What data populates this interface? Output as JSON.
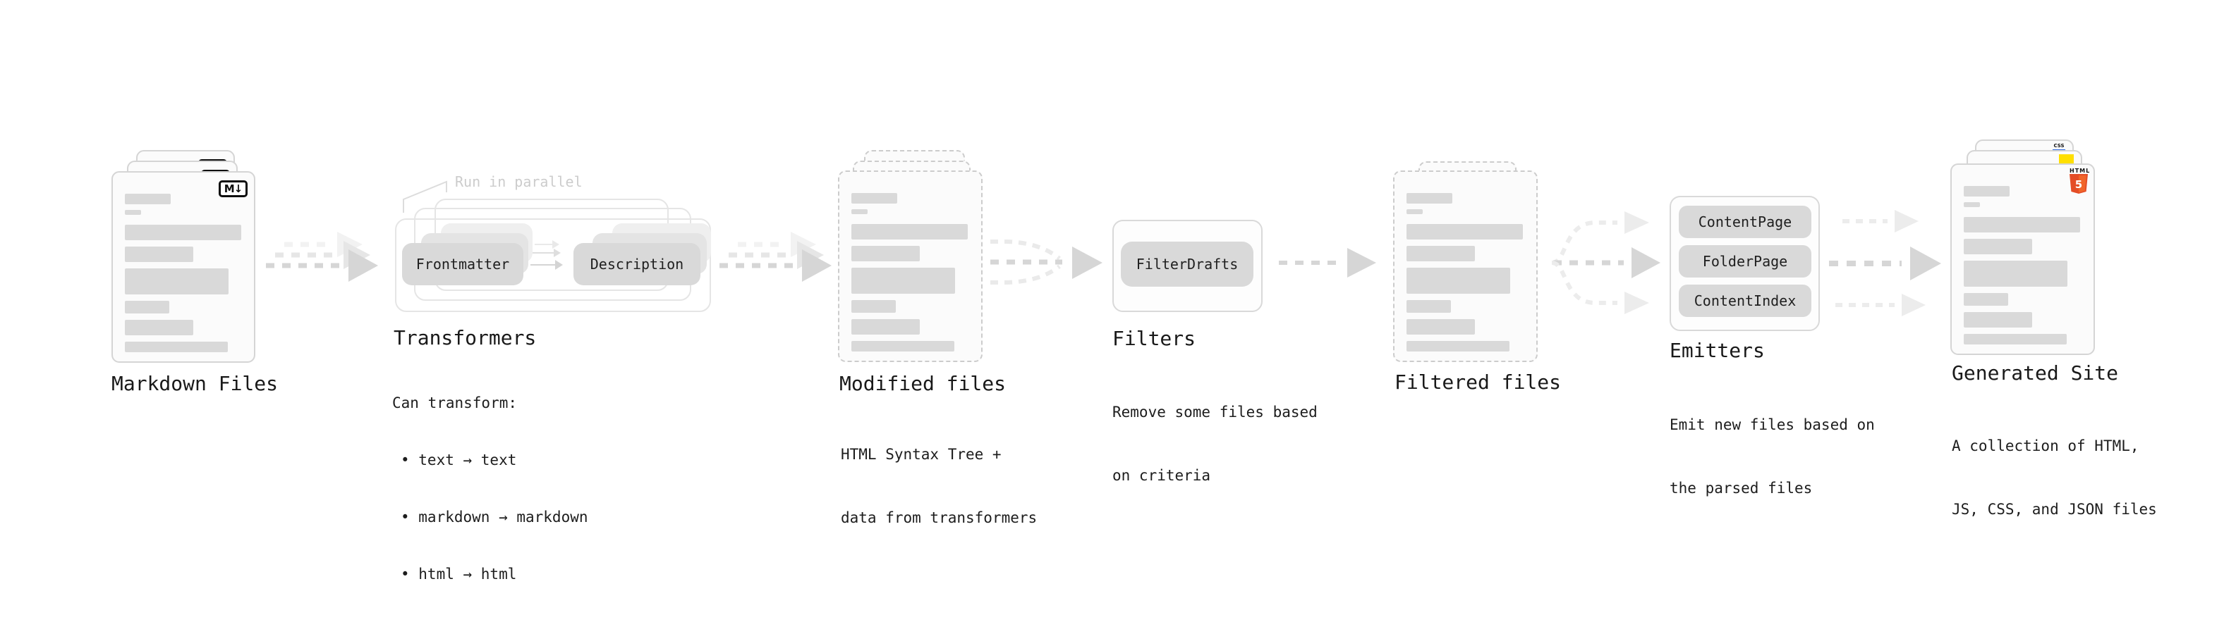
{
  "nodes": {
    "markdown_files": {
      "label": "Markdown Files",
      "badge": "M↓"
    },
    "transformers": {
      "title": "Transformers",
      "annotation": "Run in parallel",
      "pill_left": "Frontmatter",
      "pill_right": "Description",
      "desc_heading": "Can transform:",
      "bullets": [
        "• text → text",
        "• markdown → markdown",
        "• html → html"
      ]
    },
    "modified_files": {
      "label": "Modified files",
      "sub_lines": [
        "HTML Syntax Tree +",
        "data from transformers"
      ]
    },
    "filters": {
      "label": "Filters",
      "pill": "FilterDrafts",
      "sub_lines": [
        "Remove some files based",
        "on criteria"
      ]
    },
    "filtered_files": {
      "label": "Filtered files"
    },
    "emitters": {
      "label": "Emitters",
      "pills": [
        "ContentPage",
        "FolderPage",
        "ContentIndex"
      ],
      "sub_lines": [
        "Emit new files based on",
        "the parsed files"
      ]
    },
    "generated_site": {
      "label": "Generated Site",
      "sub_lines": [
        "A collection of HTML,",
        "JS, CSS, and JSON files"
      ],
      "badge_html": "HTML",
      "badge_html_num": "5",
      "badge_css": "CSS"
    }
  },
  "colors": {
    "skeleton_gray": "#d9d9d9",
    "card_border": "#d5d5d5",
    "dashed_border": "#cccccc",
    "arrow_gray": "#d6d6d6",
    "arrow_light": "#ececec",
    "annotation_gray": "#cccccc",
    "html5_orange": "#e44d26",
    "html5_orange_light": "#f16529",
    "js_yellow": "#ffdf00",
    "css_blue": "#2f6ae0"
  }
}
